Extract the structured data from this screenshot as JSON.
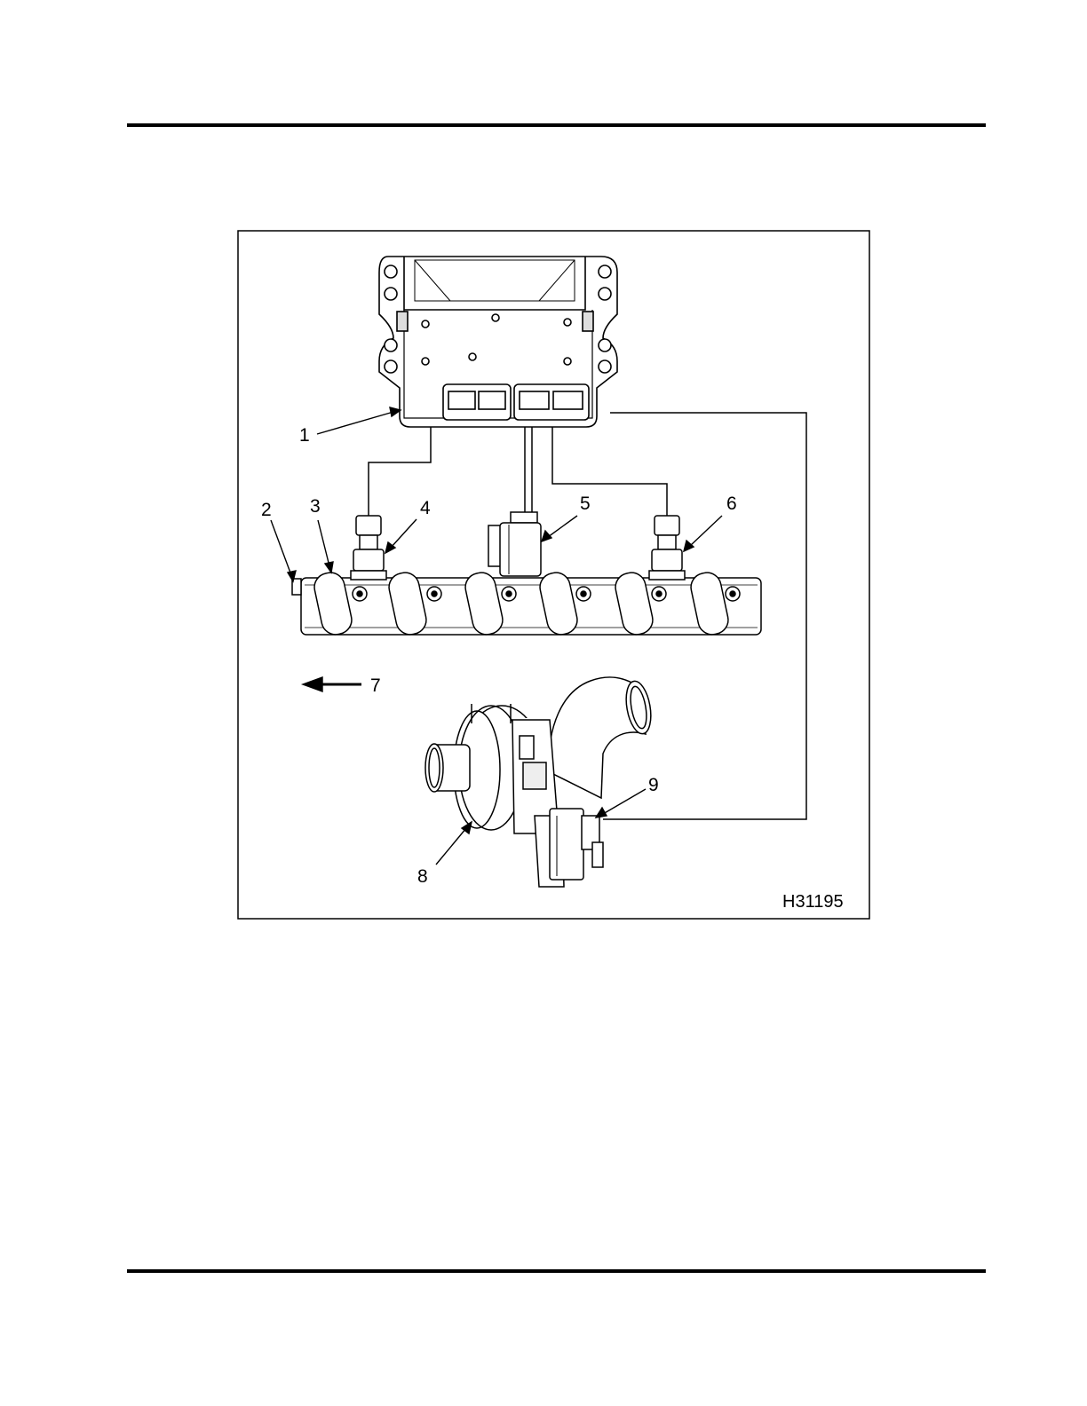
{
  "figure": {
    "id": "H31195",
    "callouts": [
      "1",
      "2",
      "3",
      "4",
      "5",
      "6",
      "7",
      "8",
      "9"
    ]
  }
}
